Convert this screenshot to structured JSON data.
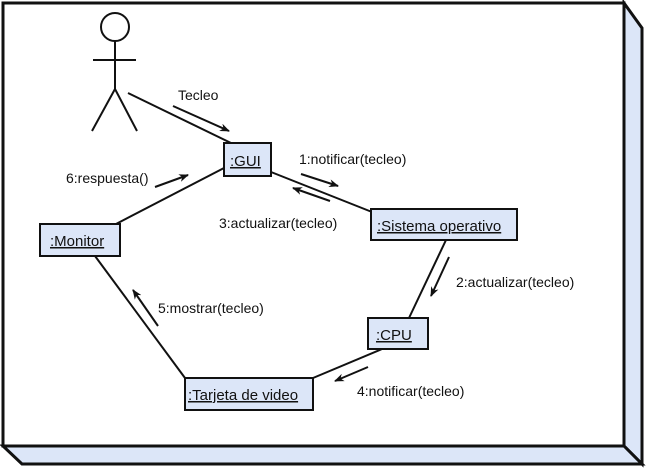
{
  "colors": {
    "panel_face": "#ffffff",
    "bevel": "#dce6f8",
    "object_fill": "#dce6f8",
    "stroke": "#111111"
  },
  "actor": {
    "name": "user-actor"
  },
  "objects": {
    "gui": ":GUI",
    "so": ":Sistema operativo",
    "monitor": ":Monitor",
    "cpu": ":CPU",
    "tarjeta": ":Tarjeta de video"
  },
  "messages": {
    "tecleo": "Tecleo",
    "m1": "1:notificar(tecleo)",
    "m2": "2:actualizar(tecleo)",
    "m3": "3:actualizar(tecleo)",
    "m4": "4:notificar(tecleo)",
    "m5": "5:mostrar(tecleo)",
    "m6": "6:respuesta()"
  }
}
